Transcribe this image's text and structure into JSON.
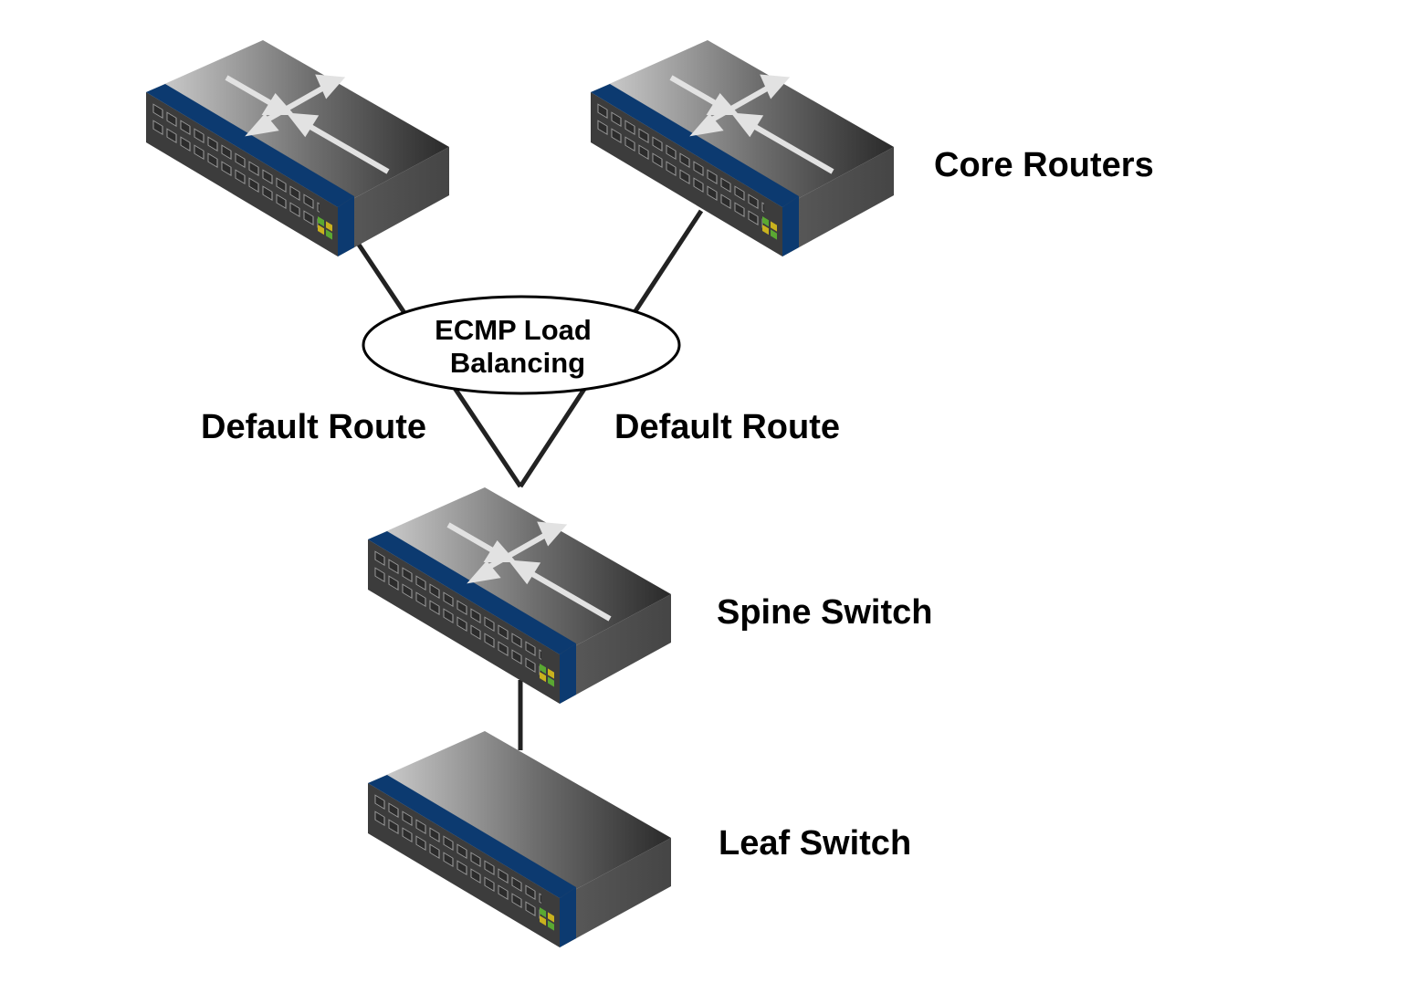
{
  "labels": {
    "core_routers": "Core Routers",
    "spine_switch": "Spine Switch",
    "leaf_switch": "Leaf Switch",
    "default_route_left": "Default Route",
    "default_route_right": "Default Route",
    "ecmp_line1": "ECMP Load",
    "ecmp_line2": "Balancing"
  },
  "icons": {
    "router": "router-icon",
    "switch": "switch-icon"
  },
  "colors": {
    "accent_blue": "#0c3a70",
    "link_line": "#222222",
    "arrow": "#e0e0e0",
    "led_green": "#5aa832",
    "led_yellow": "#c9b21e"
  }
}
